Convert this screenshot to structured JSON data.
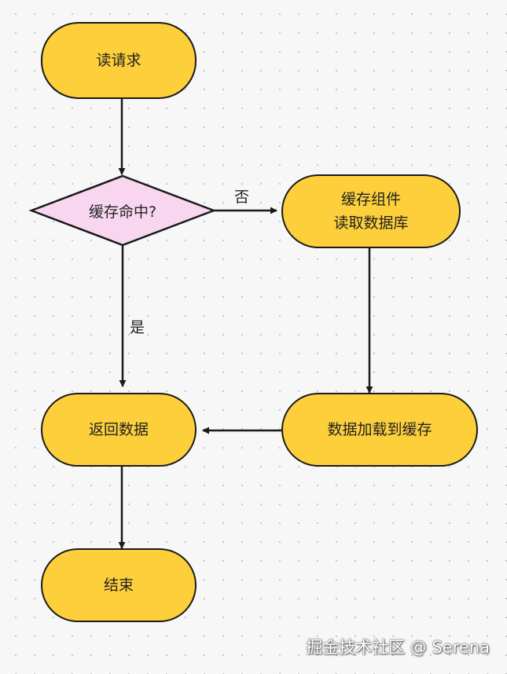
{
  "nodes": {
    "read_request": "读请求",
    "cache_hit": "缓存命中?",
    "cache_component_line1": "缓存组件",
    "cache_component_line2": "读取数据库",
    "load_to_cache": "数据加载到缓存",
    "return_data": "返回数据",
    "end": "结束"
  },
  "edges": {
    "no": "否",
    "yes": "是"
  },
  "watermark": "掘金技术社区 @ Serena",
  "colors": {
    "terminal_fill": "#fccf3b",
    "decision_fill": "#f9d6f0",
    "stroke": "#1a1a1a",
    "background": "#f7f7f7"
  }
}
